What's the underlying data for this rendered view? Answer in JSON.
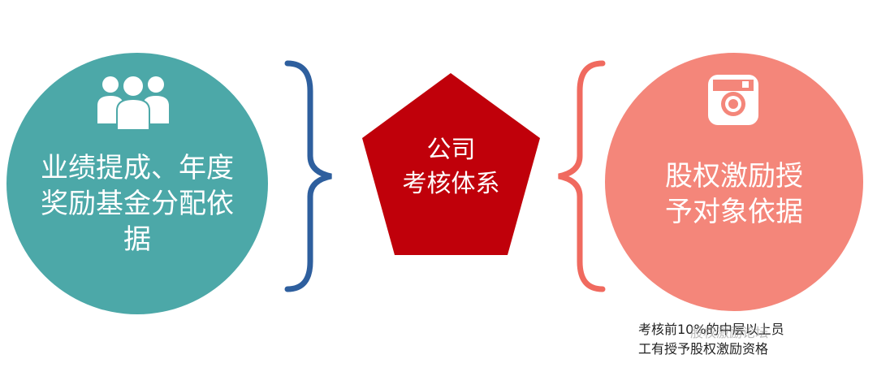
{
  "left_circle": {
    "text": "业绩提成、年度奖励基金分配依据",
    "color": "#4ca8a8",
    "icon": "people-group-icon"
  },
  "center": {
    "line1": "公司",
    "line2": "考核体系",
    "color": "#c0000a"
  },
  "right_circle": {
    "text": "股权激励授予对象依据",
    "color": "#f4867a",
    "icon": "camera-icon"
  },
  "braces": {
    "left_color": "#2e5f9e",
    "right_color": "#f06a5f"
  },
  "note": {
    "line1": "考核前10%的中层以上员",
    "line2": "工有授予股权激励资格"
  },
  "watermark": {
    "text": "股权激励论坛"
  }
}
